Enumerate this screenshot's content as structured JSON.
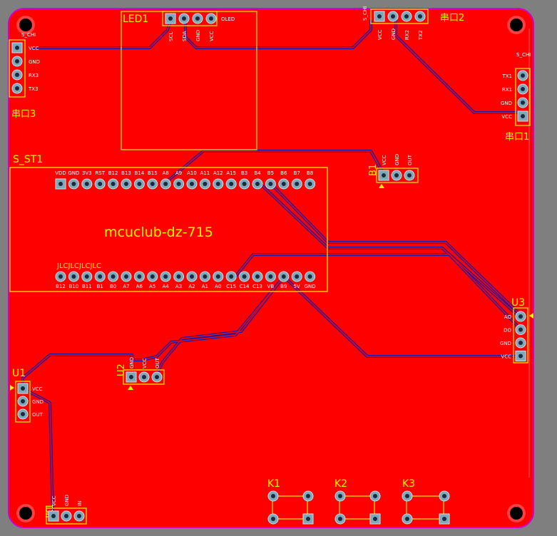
{
  "board_title": "mcuclub-dz-715",
  "colors": {
    "copper": "#ff0000",
    "silk": "#f4f400",
    "trace": "#1a1aa8",
    "pad": "#7fa8b8",
    "bg": "#7f7f7f"
  },
  "components": {
    "led1": {
      "ref": "LED1",
      "name": "OLED",
      "pins": [
        "SCL",
        "SDA",
        "GND",
        "VCC"
      ]
    },
    "port2": {
      "ref": "串口2",
      "tag": "S_CHI",
      "pins": [
        "VCC",
        "GND",
        "RX2",
        "TX2"
      ]
    },
    "port3": {
      "ref": "串口3",
      "tag": "S_CHI",
      "pins": [
        "VCC",
        "GND",
        "RX3",
        "TX3"
      ]
    },
    "port1": {
      "ref": "串口1",
      "tag": "S_CHI",
      "pins": [
        "TX1",
        "RX1",
        "GND",
        "VCC"
      ]
    },
    "mcu": {
      "ref": "S_ST1",
      "silk": "JLCJLCJLCJLC",
      "top_pins": [
        "VDD",
        "GND",
        "3V3",
        "RST",
        "B12",
        "B13",
        "B14",
        "B15",
        "A8",
        "A9",
        "A10",
        "A11",
        "A12",
        "A15",
        "B3",
        "B4",
        "B5",
        "B6",
        "B7",
        "B8"
      ],
      "bottom_pins": [
        "B12",
        "B10",
        "B11",
        "B1",
        "B0",
        "A7",
        "A6",
        "A5",
        "A4",
        "A3",
        "A2",
        "A1",
        "A0",
        "C15",
        "C14",
        "C13",
        "VB",
        "B9",
        "5V",
        "GND"
      ]
    },
    "b1": {
      "ref": "B1",
      "pins": [
        "VCC",
        "GND",
        "OUT"
      ]
    },
    "u3": {
      "ref": "U3",
      "pins": [
        "AO",
        "DO",
        "GND",
        "VCC"
      ]
    },
    "u2": {
      "ref": "U2",
      "pins": [
        "GND",
        "VCC",
        "OUT"
      ]
    },
    "u1": {
      "ref": "U1",
      "pins": [
        "VCC",
        "GND",
        "OUT"
      ]
    },
    "jk1": {
      "ref": "JK1",
      "pins": [
        "VCC",
        "GND",
        "IN"
      ]
    },
    "k1": {
      "ref": "K1"
    },
    "k2": {
      "ref": "K2"
    },
    "k3": {
      "ref": "K3"
    }
  }
}
